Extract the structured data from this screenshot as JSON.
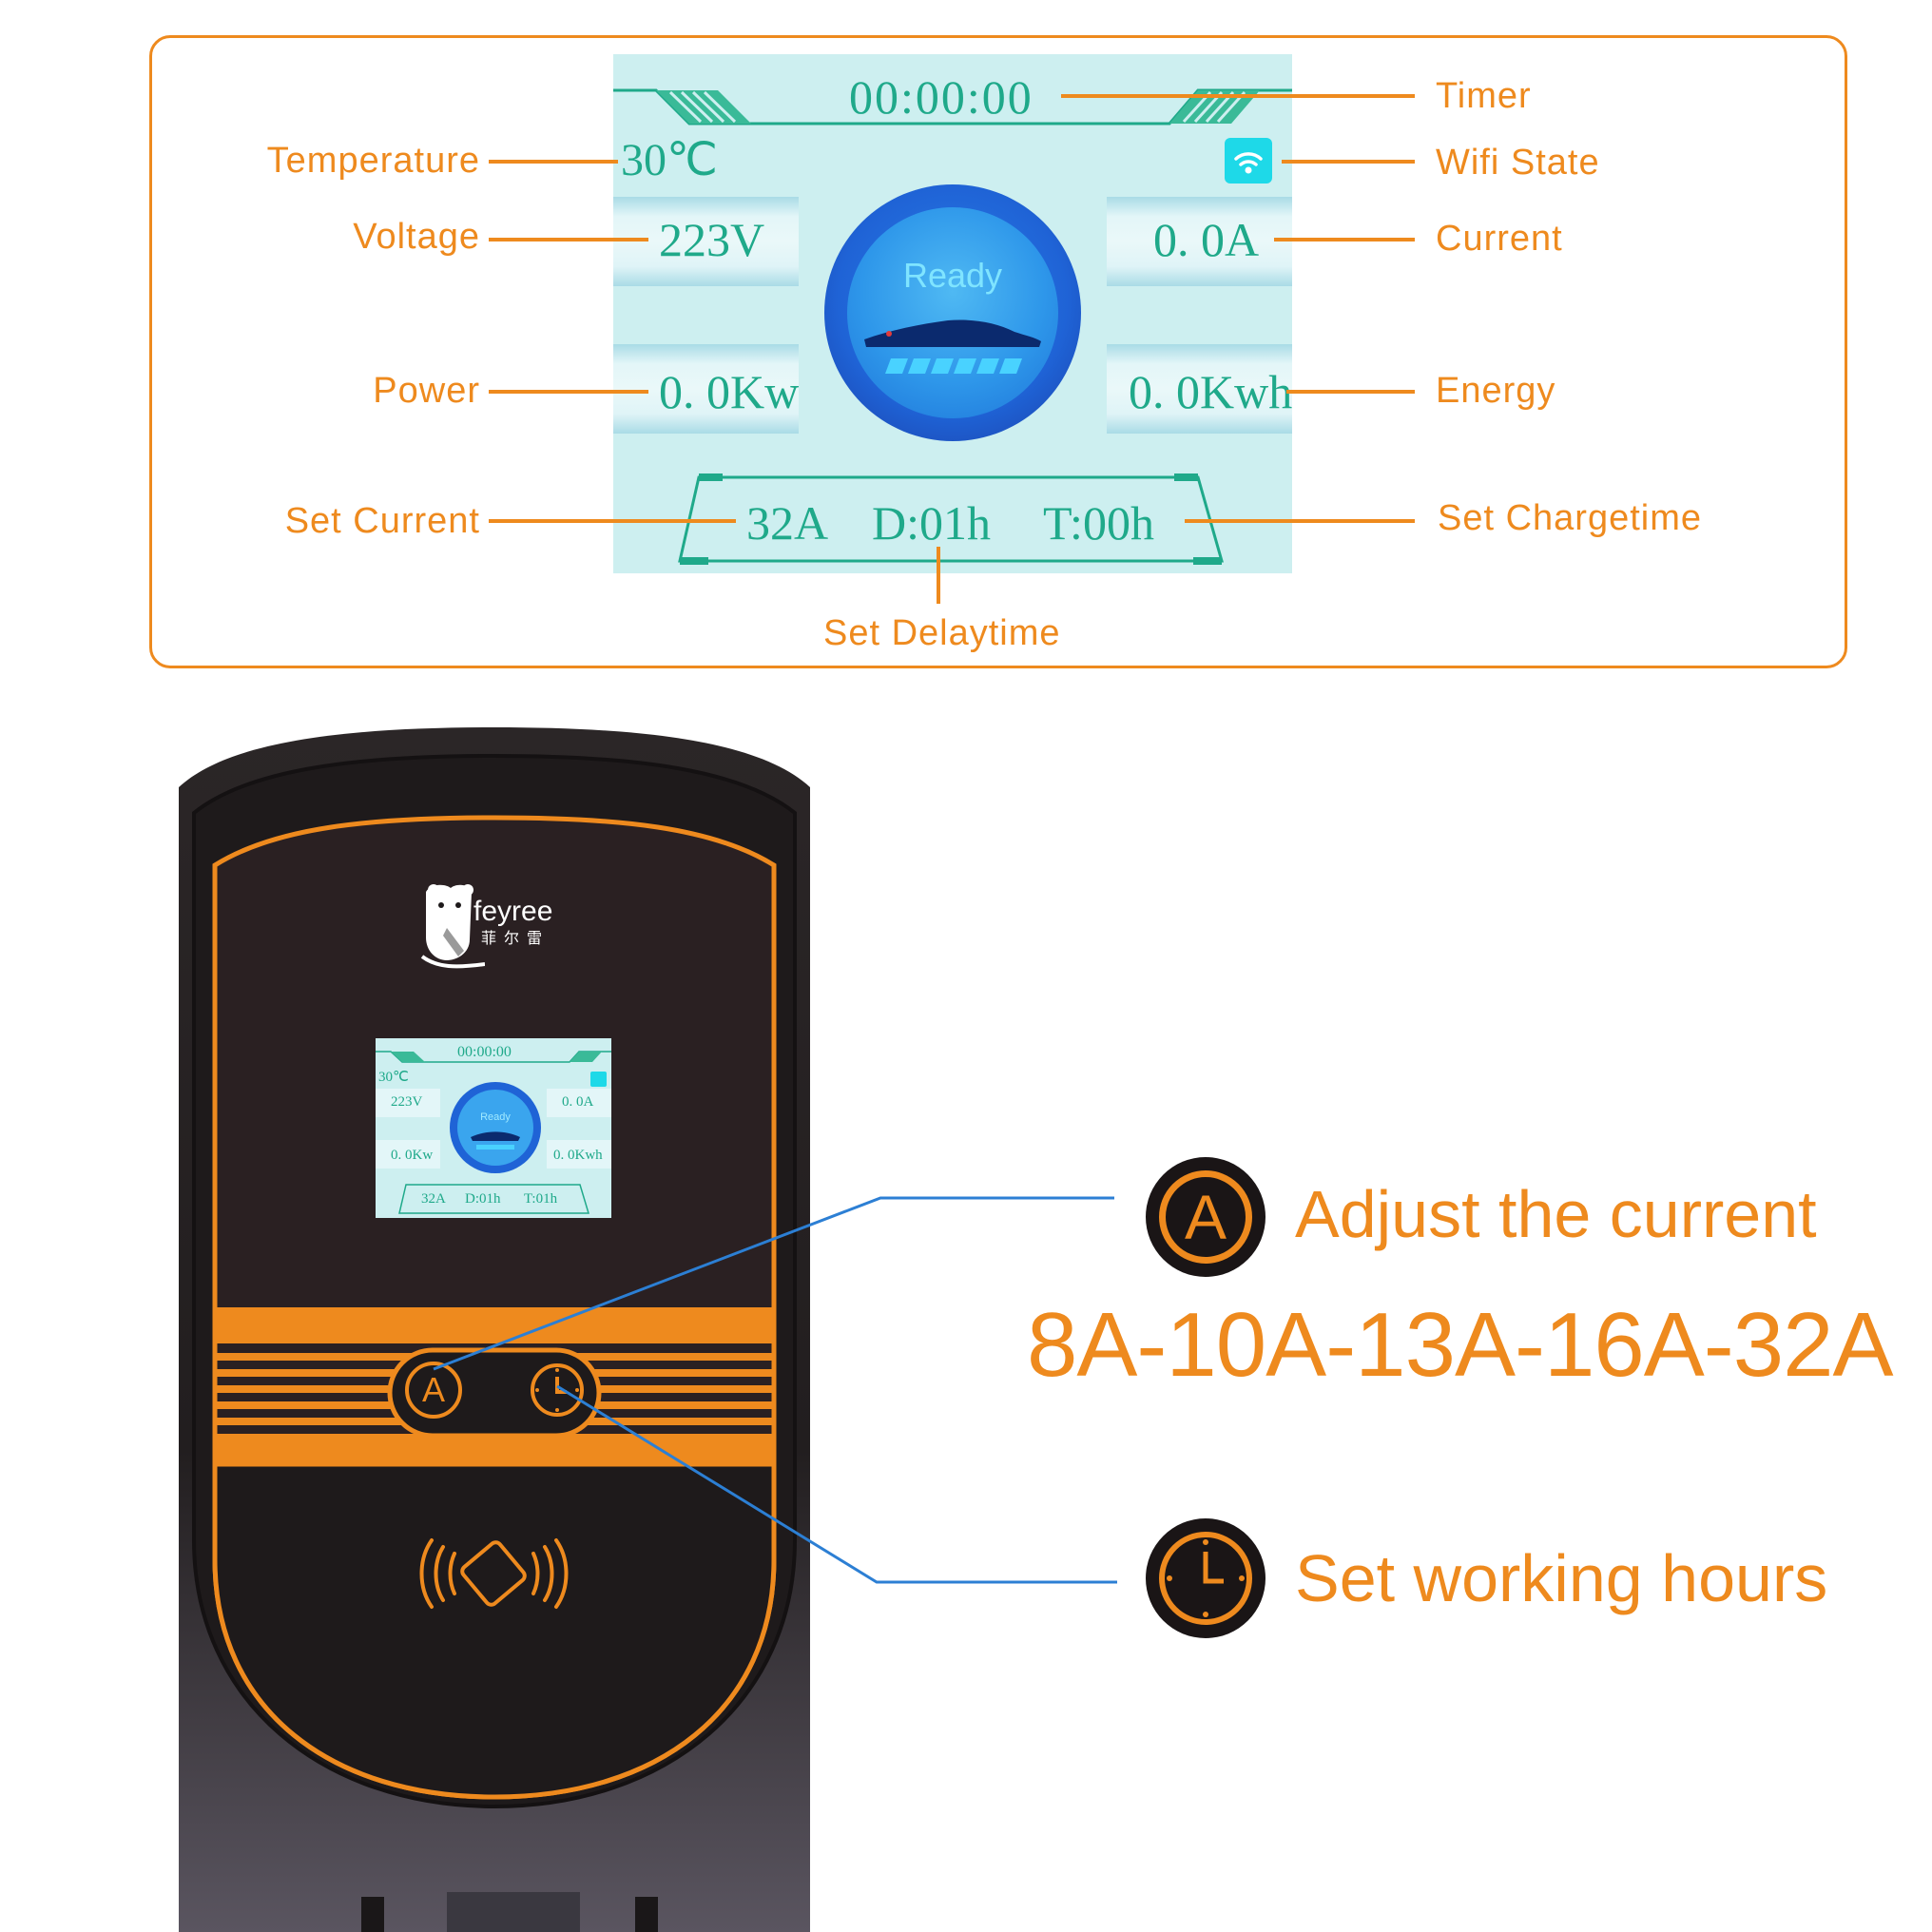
{
  "lcd": {
    "timer": "00:00:00",
    "temperature": "30℃",
    "voltage": "223V",
    "current": "0. 0A",
    "power": "0. 0Kw",
    "energy": "0. 0Kwh",
    "status": "Ready",
    "set_current": "32A",
    "delay_time": "D:01h",
    "charge_time": "T:00h"
  },
  "small_lcd": {
    "timer": "00:00:00",
    "temperature": "30℃",
    "voltage": "223V",
    "current": "0. 0A",
    "power": "0. 0Kw",
    "energy": "0. 0Kwh",
    "status": "Ready",
    "set_current": "32A",
    "delay_time": "D:01h",
    "charge_time": "T:01h"
  },
  "labels": {
    "timer": "Timer",
    "wifi_state": "Wifi State",
    "temperature": "Temperature",
    "voltage": "Voltage",
    "current": "Current",
    "power": "Power",
    "energy": "Energy",
    "set_current": "Set Current",
    "set_chargetime": "Set Chargetime",
    "set_delaytime": "Set Delaytime"
  },
  "brand": {
    "name": "feyree",
    "chinese": "菲尔雷"
  },
  "features": {
    "adjust_current": "Adjust the current",
    "current_range": "8A-10A-13A-16A-32A",
    "working_hours": "Set working hours",
    "a_button_letter": "A"
  },
  "colors": {
    "accent": "#ee8a1e",
    "lcd_text": "#1fa98a",
    "lcd_bg": "#cdeff0",
    "status_ring": "#1f63d6",
    "device_body": "#262122",
    "callout_line": "#2c7fd4"
  },
  "icons": [
    "wifi-icon",
    "car-icon",
    "clock-icon",
    "rfid-card-icon",
    "bear-logo-icon"
  ]
}
